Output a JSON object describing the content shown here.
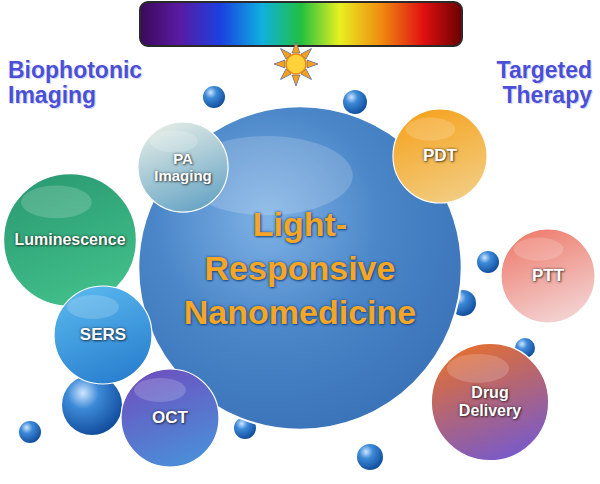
{
  "diagram": {
    "nodes": [
      {
        "text": [
          "Light- Responsive Nanomedicine"
        ]
      },
      {
        "text": [
          "PA Imaging"
        ]
      },
      {
        "text": [
          "Luminescence"
        ]
      },
      {
        "text": [
          "SERS"
        ]
      },
      {
        "text": [
          "OCT"
        ]
      },
      {
        "text": [
          "PDT"
        ]
      },
      {
        "text": [
          "PTT"
        ]
      },
      {
        "text": [
          "Drug Delivery"
        ]
      }
    ],
    "labels": [
      "Biophotonic Imaging",
      "Targeted Therapy"
    ]
  }
}
